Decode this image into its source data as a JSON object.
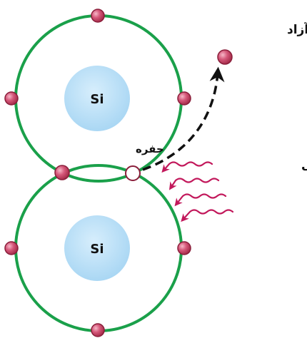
{
  "labels": {
    "free_electron": "الکترون آزاد",
    "hole": "حفره",
    "thermal_energy": "انرژی گرمایی"
  },
  "atoms": {
    "top": "Si",
    "bottom": "Si"
  },
  "colors": {
    "orbit": "#1aa04a",
    "nucleus": "#b9e0f7",
    "electron": "#c23a5b",
    "wave": "#c2185b",
    "arrow": "#111111",
    "text": "#111111"
  },
  "icons": [
    "wavy-arrow-icon",
    "dashed-curved-arrow-icon",
    "electron-dot-icon",
    "hole-circle-icon"
  ]
}
